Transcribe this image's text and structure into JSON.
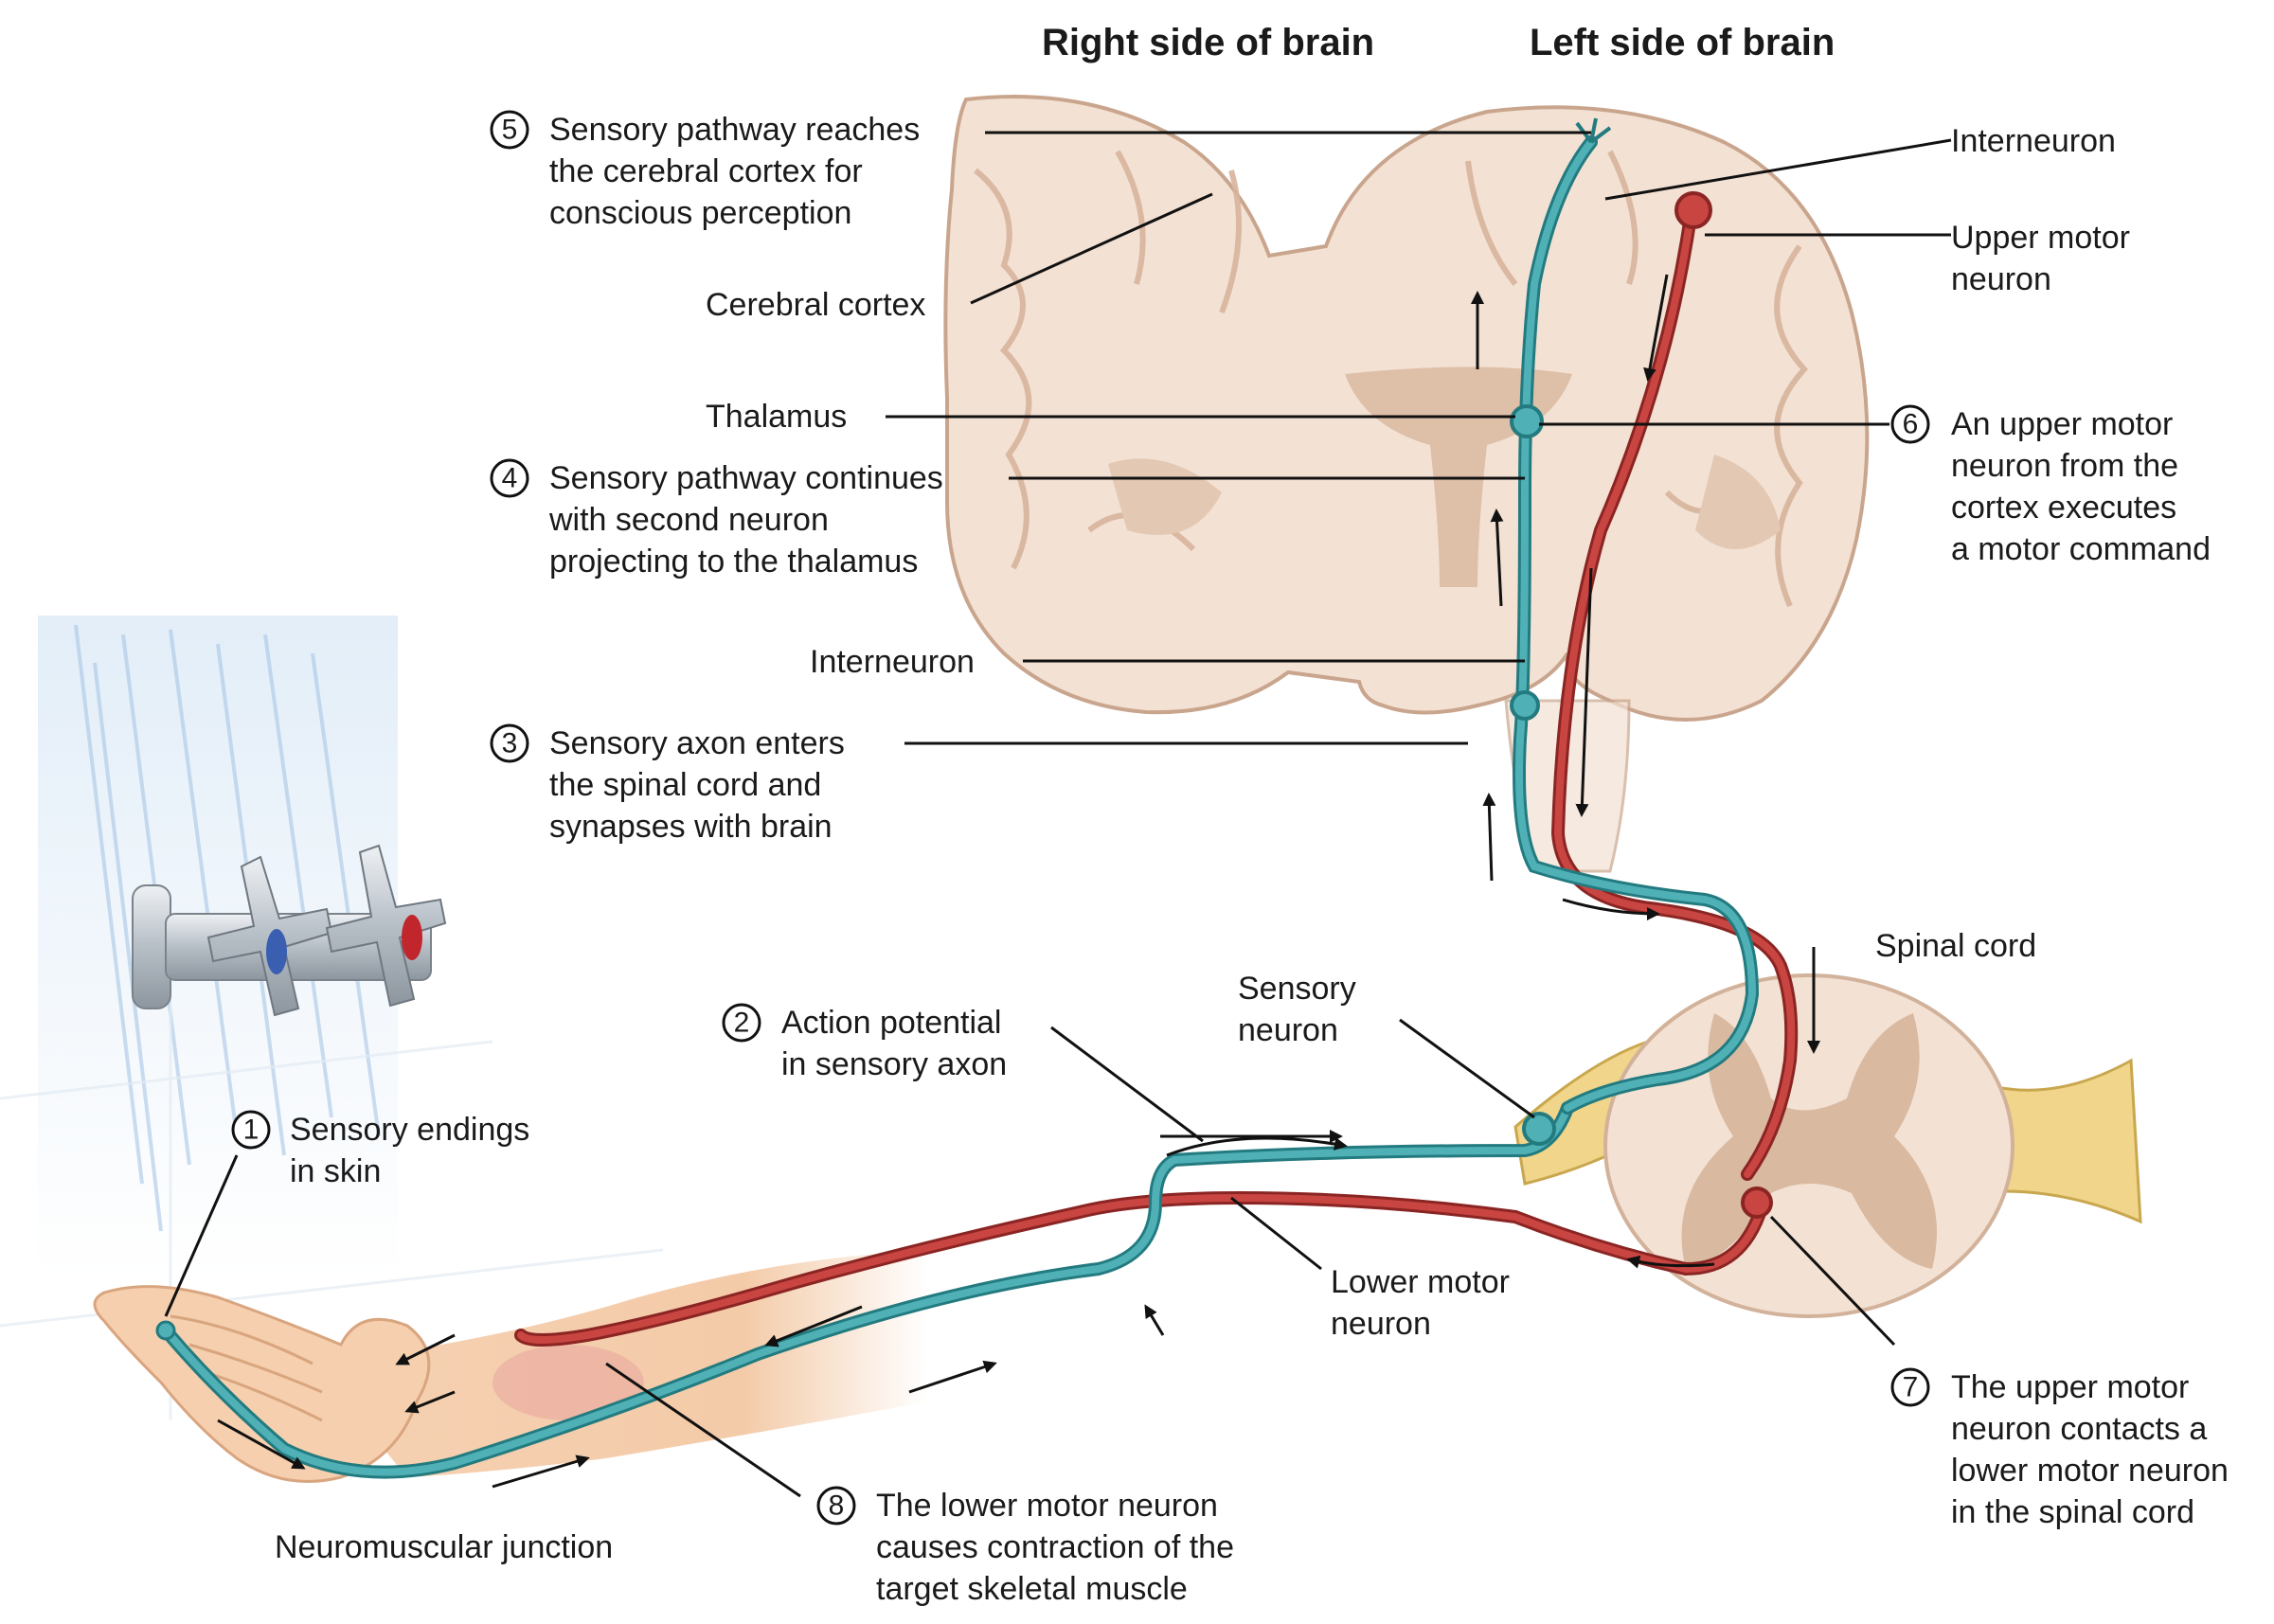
{
  "headers": {
    "right_side": "Right side of brain",
    "left_side": "Left side of brain"
  },
  "steps": [
    {
      "number": "1",
      "lines": [
        "Sensory endings",
        "in skin"
      ]
    },
    {
      "number": "2",
      "lines": [
        "Action potential",
        "in sensory axon"
      ]
    },
    {
      "number": "3",
      "lines": [
        "Sensory axon enters",
        "the spinal cord and",
        "synapses with brain"
      ]
    },
    {
      "number": "4",
      "lines": [
        "Sensory pathway continues",
        "with second neuron",
        "projecting to the thalamus"
      ]
    },
    {
      "number": "5",
      "lines": [
        "Sensory pathway reaches",
        "the cerebral cortex for",
        "conscious perception"
      ]
    },
    {
      "number": "6",
      "lines": [
        "An upper motor",
        "neuron from the",
        "cortex executes",
        "a motor command"
      ]
    },
    {
      "number": "7",
      "lines": [
        "The upper motor",
        "neuron contacts a",
        "lower motor neuron",
        "in the spinal cord"
      ]
    },
    {
      "number": "8",
      "lines": [
        "The  lower motor neuron",
        "causes contraction of the",
        "target skeletal muscle"
      ]
    }
  ],
  "labels": {
    "cerebral_cortex": "Cerebral cortex",
    "thalamus": "Thalamus",
    "interneuron_spinal": "Interneuron",
    "interneuron_cortex": "Interneuron",
    "upper_motor_neuron": [
      "Upper motor",
      "neuron"
    ],
    "spinal_cord": "Spinal cord",
    "sensory_neuron": [
      "Sensory",
      "neuron"
    ],
    "lower_motor_neuron": [
      "Lower motor",
      "neuron"
    ],
    "neuromuscular_junction": "Neuromuscular junction"
  },
  "colors": {
    "sensory_pathway": "#3f9ea4",
    "motor_pathway": "#b8312f",
    "brain_tissue": "#f3e1d3",
    "brain_gray": "#d9b9a0",
    "skin": "#f2c9a4",
    "ganglion": "#f0d58a",
    "cold_tap": "#3a5fb0",
    "hot_tap": "#c0262b"
  }
}
